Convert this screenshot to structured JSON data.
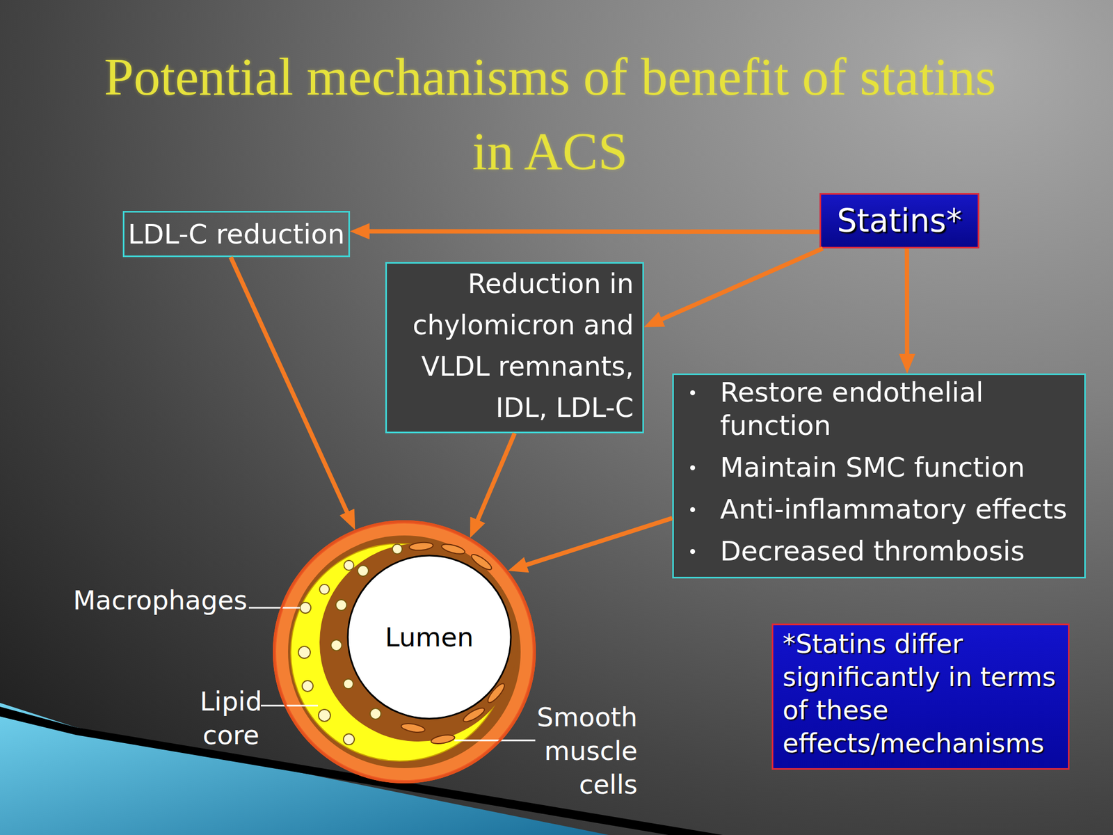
{
  "diagram": {
    "title": "Potential mechanisms of benefit of statins in ACS",
    "nodes": [
      {
        "text": [
          "LDL-C reduction"
        ]
      },
      {
        "text": [
          "Statins*"
        ]
      },
      {
        "text": [
          "Reduction in chylomicron and VLDL remnants, IDL, LDL-C"
        ]
      },
      {
        "text": [
          "Restore endothelial function",
          "Maintain SMC function",
          "Anti-inflammatory effects",
          "Decreased thrombosis"
        ]
      },
      {
        "text": [
          "Lumen"
        ]
      },
      {
        "text": [
          "*Statins differ significantly in terms of these effects/mechanisms"
        ]
      }
    ],
    "edges": [
      {
        "from": 1,
        "to": 0,
        "arrow": "to"
      },
      {
        "from": 1,
        "to": 2,
        "arrow": "to"
      },
      {
        "from": 1,
        "to": 3,
        "arrow": "to"
      },
      {
        "from": 0,
        "to": 4,
        "arrow": "to"
      },
      {
        "from": 2,
        "to": 4,
        "arrow": "to"
      },
      {
        "from": 3,
        "to": 4,
        "arrow": "to"
      }
    ],
    "labels": [
      "Macrophages",
      "Lipid core",
      "Smooth muscle cells"
    ]
  }
}
